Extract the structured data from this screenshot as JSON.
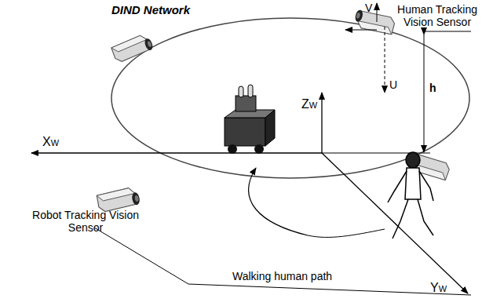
{
  "diagram": {
    "title": "DIND Network",
    "labels": [
      "Human Tracking Vision Sensor",
      "V",
      "U",
      "h",
      "ZW",
      "XW",
      "Robot Tracking Vision Sensor",
      "Walking human path",
      "YW"
    ]
  }
}
